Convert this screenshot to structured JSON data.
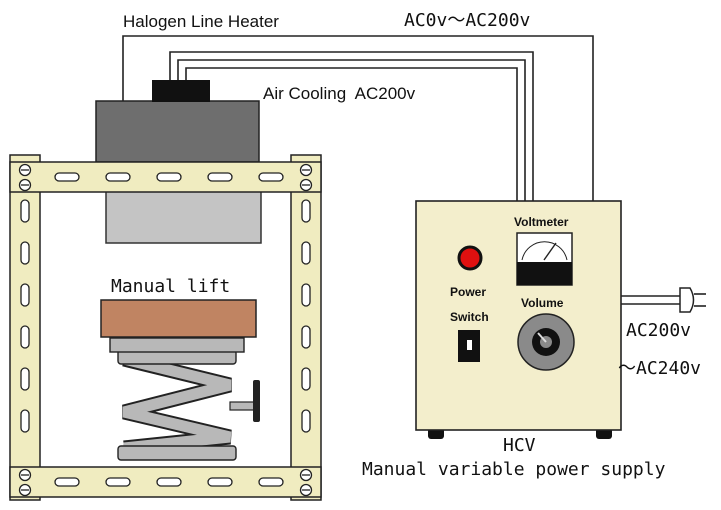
{
  "labels": {
    "heater": "Halogen Line Heater",
    "voltage_in": "AC0v～AC200v",
    "air_cooling": "Air Cooling  AC200v",
    "manual_lift": "Manual lift",
    "voltmeter": "Voltmeter",
    "power": "Power",
    "volume": "Volume",
    "switch": "Switch",
    "mains_line1": "AC200v",
    "mains_line2": "～AC240v",
    "hcv": "HCV",
    "supply": "Manual variable power supply"
  },
  "colors": {
    "frame": "#f0ecc0",
    "heater_body": "#6e6e6e",
    "heater_head": "#c4c4c4",
    "lift_plate": "#c08462",
    "spring": "#b8b8b8",
    "supply_box": "#f3eecc",
    "power_lamp": "#e01010"
  },
  "icons": [
    "plug-icon",
    "voltmeter-gauge-icon",
    "volume-knob-icon",
    "switch-icon",
    "power-lamp-icon"
  ]
}
